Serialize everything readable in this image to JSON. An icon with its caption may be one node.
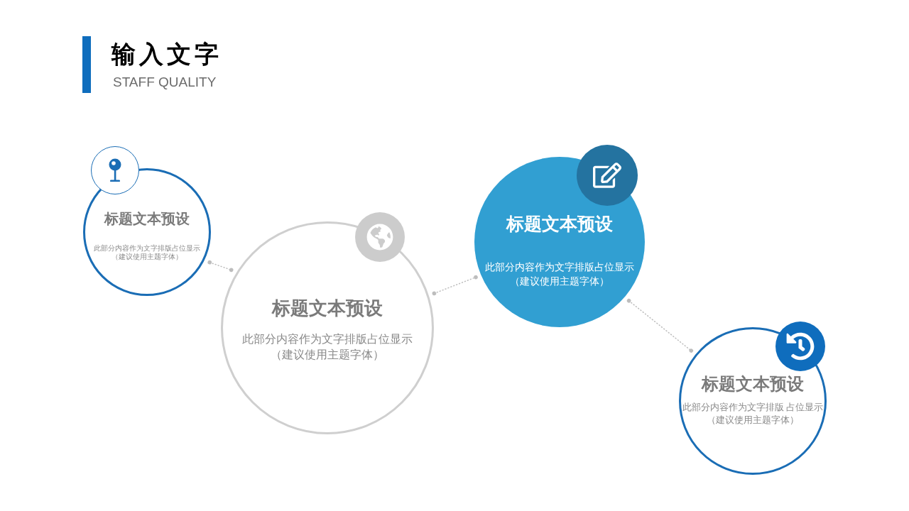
{
  "diagram": {
    "title": "输入文字",
    "nodes": [
      {
        "text": [
          "标题文本预设",
          "此部分内容作为文字排版占位显示（建议使用主题字体）"
        ]
      },
      {
        "text": [
          "标题文本预设",
          "此部分内容作为文字排版占位显示（建议使用主题字体）"
        ]
      },
      {
        "text": [
          "标题文本预设",
          "此部分内容作为文字排版占位显示（建议使用主题字体）"
        ]
      },
      {
        "text": [
          "标题文本预设",
          "此部分内容作为文字排版 占位显示（建议使用主题字体）"
        ]
      }
    ],
    "edges": [
      {
        "from": 0,
        "to": 1,
        "arrow": "other",
        "style": "dashed"
      },
      {
        "from": 1,
        "to": 2,
        "arrow": "other",
        "style": "dashed"
      },
      {
        "from": 2,
        "to": 3,
        "arrow": "other",
        "style": "dashed"
      }
    ],
    "labels": [
      "STAFF QUALITY"
    ]
  }
}
